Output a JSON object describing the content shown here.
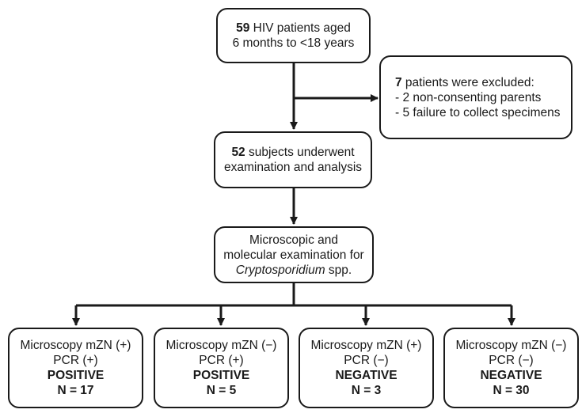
{
  "nodes": {
    "patients": {
      "count": "59",
      "line1_rest": " HIV patients aged",
      "line2": "6 months to <18 years"
    },
    "excluded": {
      "count": "7",
      "line1_rest": " patients were excluded:",
      "reason1": "- 2 non-consenting parents",
      "reason2": "- 5 failure to collect specimens"
    },
    "subjects": {
      "count": "52",
      "line1_rest": " subjects underwent",
      "line2": "examination and analysis"
    },
    "exam": {
      "line1": "Microscopic and",
      "line2": "molecular examination for",
      "organism": "Cryptosporidium",
      "suffix": " spp."
    }
  },
  "outcomes": [
    {
      "microscopy": "Microscopy mZN (+)",
      "pcr": "PCR (+)",
      "result": "POSITIVE",
      "n": "N = 17"
    },
    {
      "microscopy": "Microscopy mZN (−)",
      "pcr": "PCR (+)",
      "result": "POSITIVE",
      "n": "N = 5"
    },
    {
      "microscopy": "Microscopy mZN (+)",
      "pcr": "PCR (−)",
      "result": "NEGATIVE",
      "n": "N = 3"
    },
    {
      "microscopy": "Microscopy mZN (−)",
      "pcr": "PCR (−)",
      "result": "NEGATIVE",
      "n": "N = 30"
    }
  ],
  "colors": {
    "stroke": "#1a1a1a",
    "background": "#ffffff"
  }
}
